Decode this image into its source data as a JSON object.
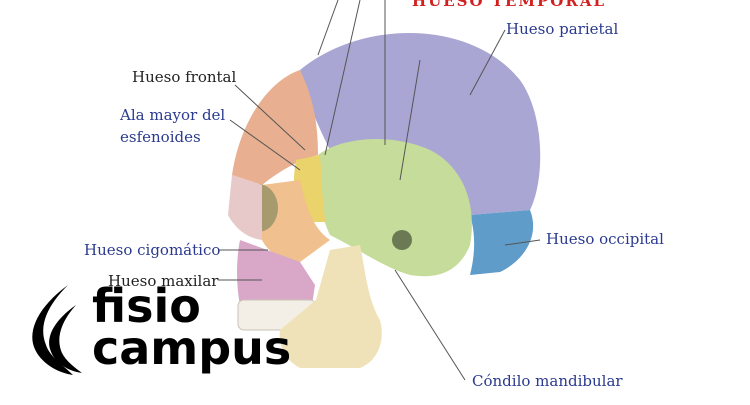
{
  "diagram": {
    "labels": {
      "temporal": "HUESO TEMPORAL",
      "parietal": "Hueso parietal",
      "frontal": "Hueso frontal",
      "ala_mayor_line1": "Ala mayor del",
      "ala_mayor_line2": "esfenoides",
      "occipital": "Hueso occipital",
      "cigomatico": "Hueso cigomático",
      "maxilar": "Hueso maxilar",
      "condilo": "Cóndilo mandibular"
    },
    "colors": {
      "frontal": "#e8b090",
      "parietal": "#a9a6d4",
      "temporal": "#c6dc9a",
      "occipital": "#5f9cc9",
      "sphenoid": "#e9d36a",
      "zygomatic": "#f0c08e",
      "maxilla": "#d9a8c8",
      "mandible": "#efe2b8",
      "label_blue": "#2b3a8f",
      "label_red": "#d21f1f"
    }
  },
  "logo": {
    "line1": "fisio",
    "line2": "campus",
    "icon": "flame-icon"
  }
}
